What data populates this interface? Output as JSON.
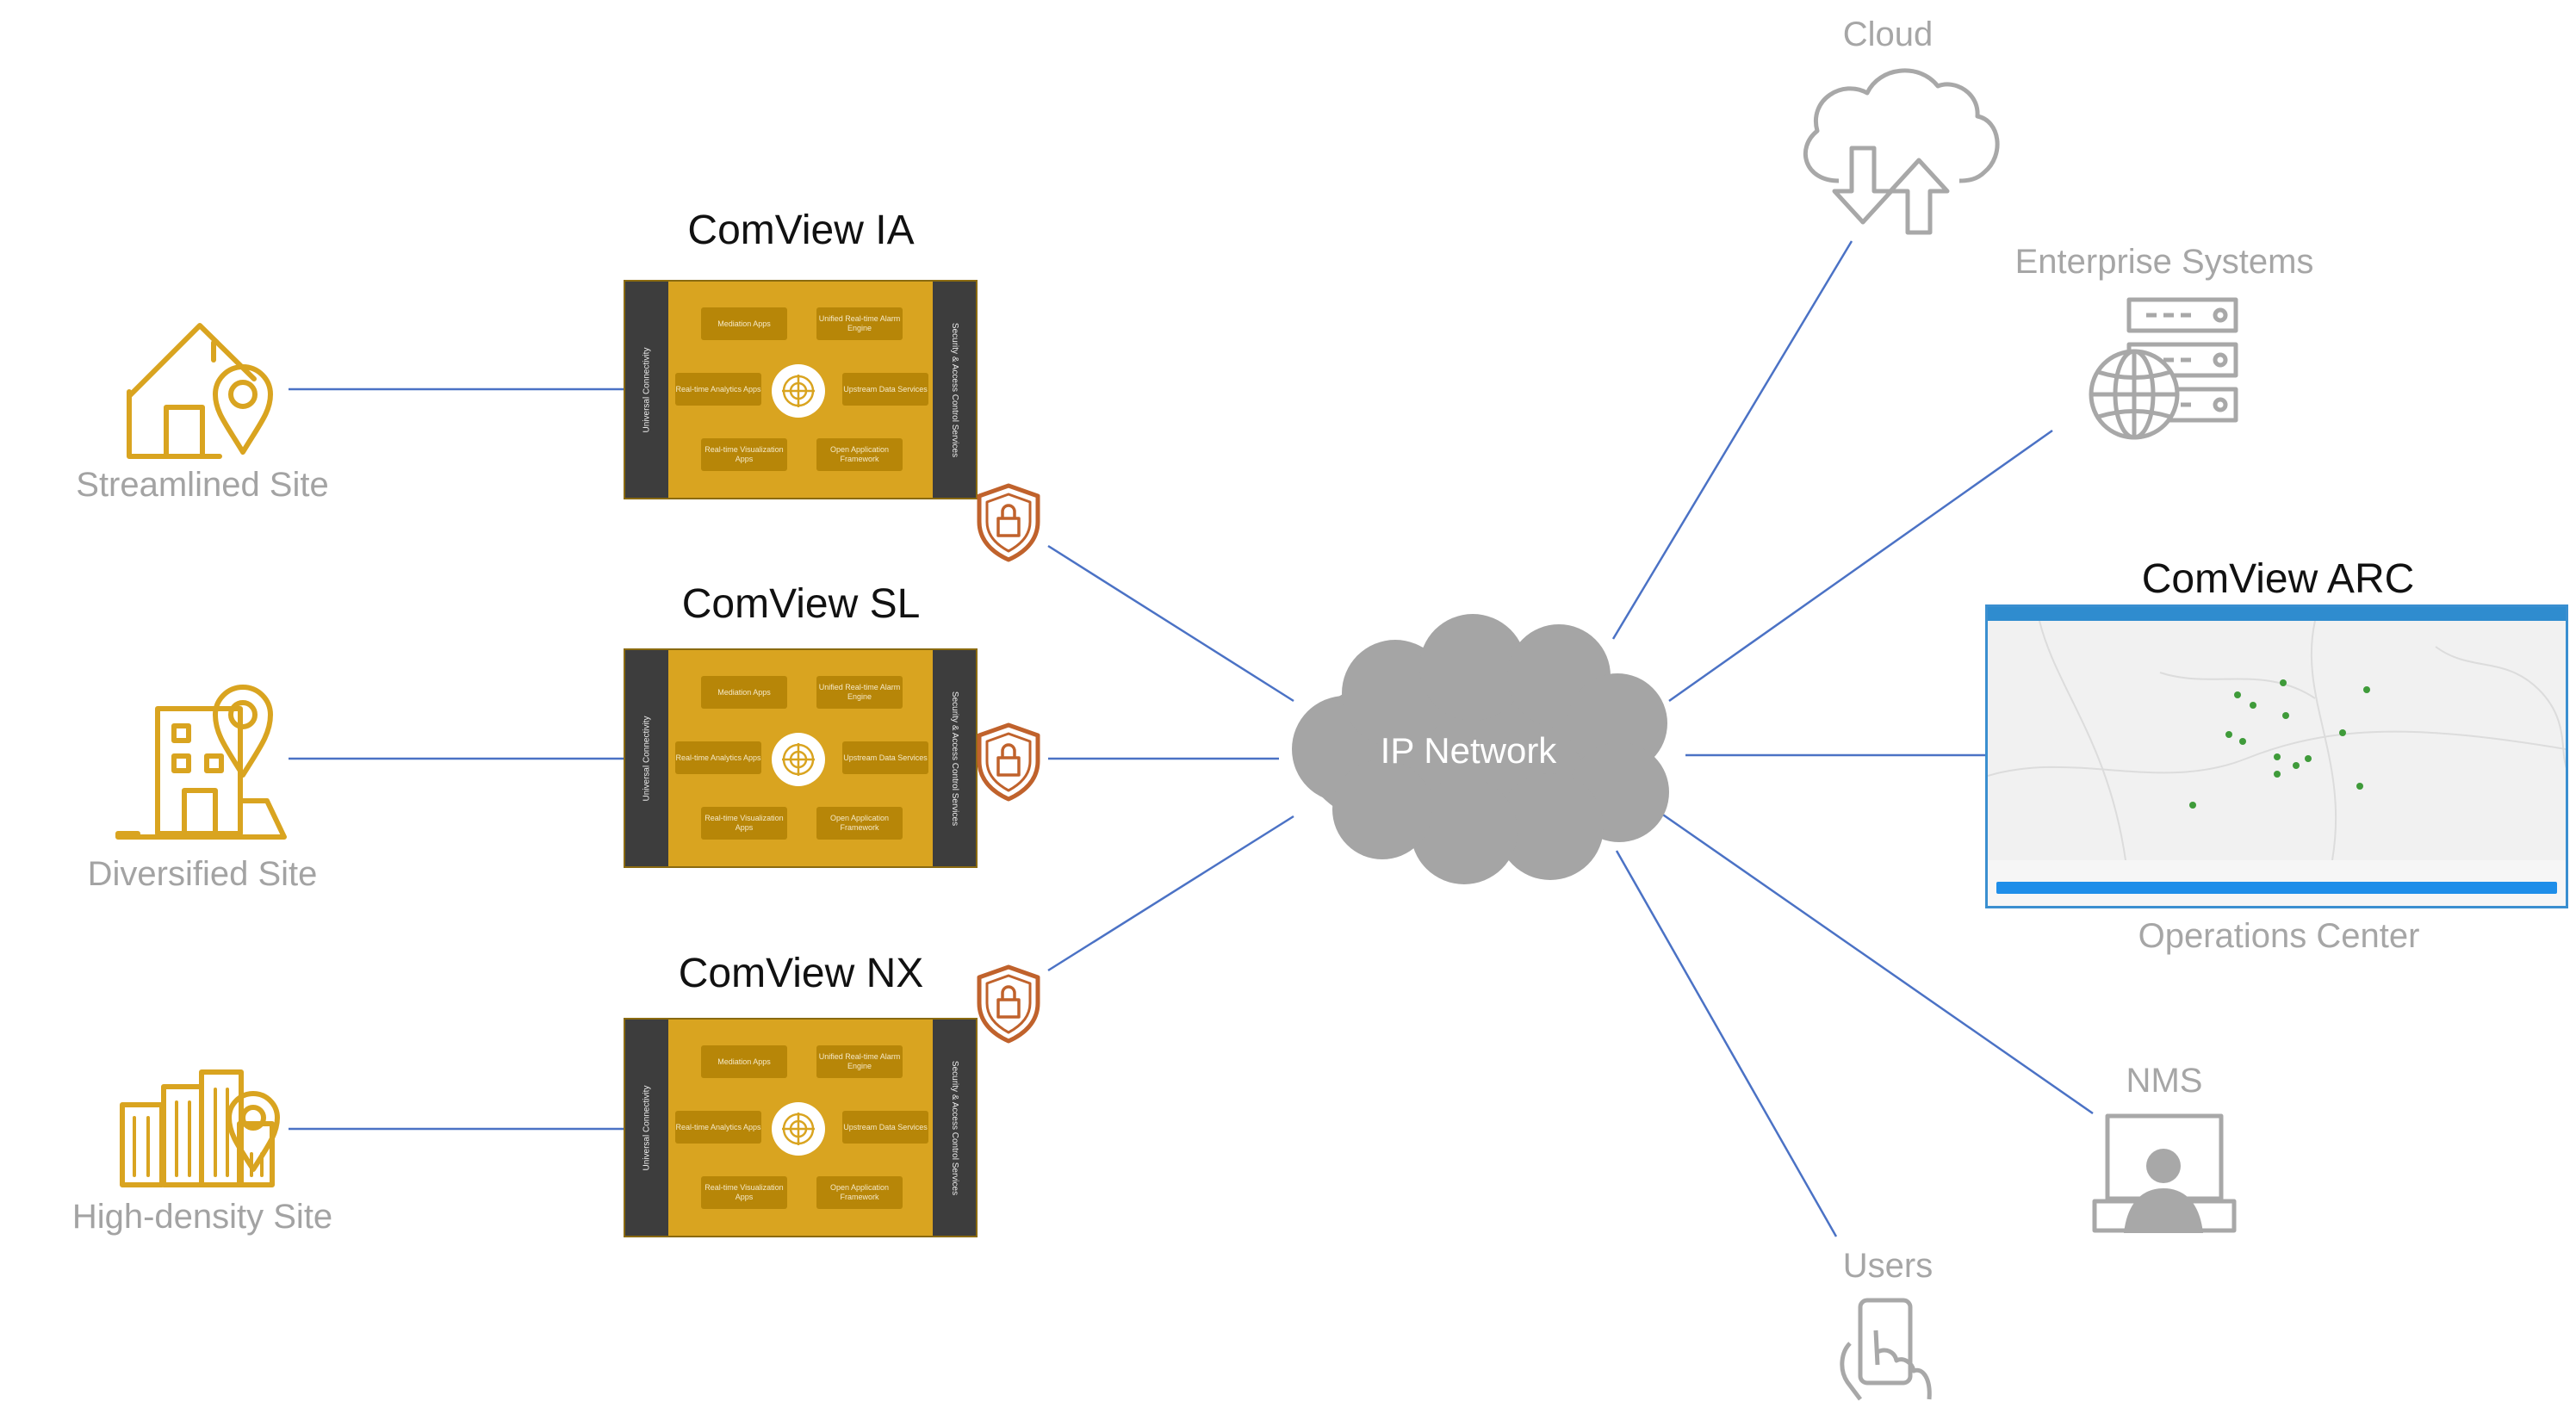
{
  "sites": [
    {
      "label": "Streamlined Site",
      "icon": "house-location-icon"
    },
    {
      "label": "Diversified Site",
      "icon": "building-location-icon"
    },
    {
      "label": "High-density Site",
      "icon": "city-location-icon"
    }
  ],
  "products": [
    {
      "title": "ComView IA"
    },
    {
      "title": "ComView SL"
    },
    {
      "title": "ComView NX"
    }
  ],
  "device_modules": {
    "left_side": "Universal Connectivity",
    "right_side": "Security & Access Control Services",
    "m1": "Mediation Apps",
    "m2": "Unified Real-time Alarm Engine",
    "m3": "Real-time Analytics Apps",
    "m4": "Upstream Data Services",
    "m5": "Real-time Visualization Apps",
    "m6": "Open Application Framework"
  },
  "network": {
    "label": "IP Network"
  },
  "endpoints": {
    "cloud": "Cloud",
    "enterprise": "Enterprise Systems",
    "arc_title": "ComView ARC",
    "operations": "Operations Center",
    "nms": "NMS",
    "users": "Users"
  },
  "colors": {
    "gold": "#d9a420",
    "dark": "#3d3d3d",
    "line": "#4b72c5",
    "shield": "#c0622c",
    "cloud": "#a5a5a5",
    "icon_gray": "#a8a8a8"
  }
}
